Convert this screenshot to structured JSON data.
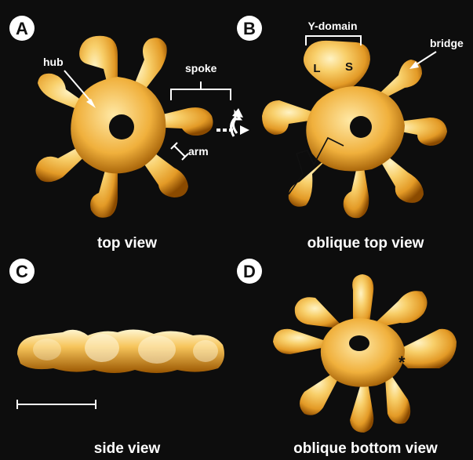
{
  "panels": [
    {
      "letter": "A",
      "caption": "top view"
    },
    {
      "letter": "B",
      "caption": "oblique top view"
    },
    {
      "letter": "C",
      "caption": "side view"
    },
    {
      "letter": "D",
      "caption": "oblique bottom view"
    }
  ],
  "annotations": {
    "hub": "hub",
    "spoke": "spoke",
    "arm": "arm",
    "y_domain": "Y-domain",
    "bridge": "bridge",
    "lobe_l": "L",
    "lobe_s": "S",
    "asterisk": "*"
  },
  "colors": {
    "background": "#0d0d0d",
    "density_highlight": "#fff3c4",
    "density_mid": "#f3b53e",
    "density_shadow": "#8a4a00"
  }
}
